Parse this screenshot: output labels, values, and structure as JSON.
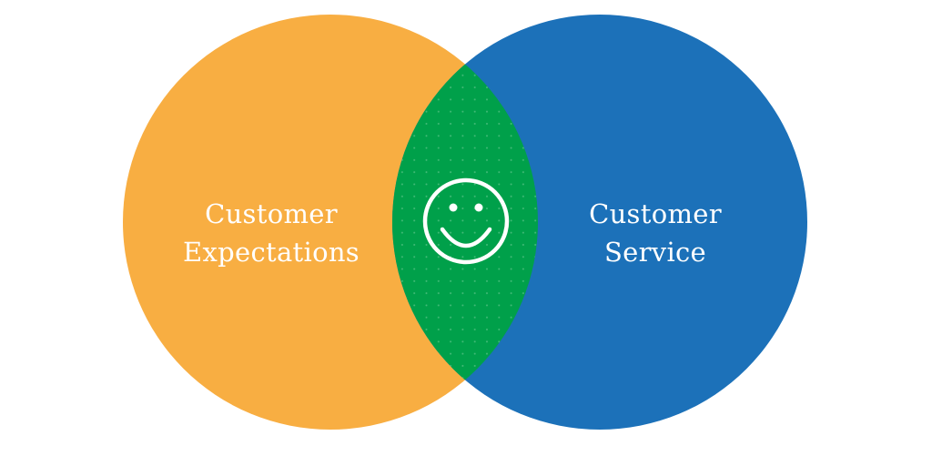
{
  "diagram": {
    "type": "venn",
    "left_circle": {
      "label_line1": "Customer",
      "label_line2": "Expectations",
      "color": "#F8AE42"
    },
    "right_circle": {
      "label_line1": "Customer",
      "label_line2": "Service",
      "color": "#1C71B9"
    },
    "intersection": {
      "icon": "smiley-face-icon",
      "color": "#00A04A",
      "pattern": "dotted"
    },
    "text_color": "#FFFFFF",
    "background": "#FFFFFF"
  }
}
